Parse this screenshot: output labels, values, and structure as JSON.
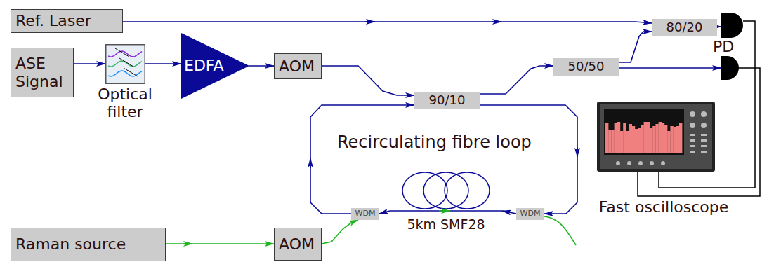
{
  "diagram": {
    "nodes": [
      {
        "text": [
          "Ref. Laser"
        ]
      },
      {
        "text": [
          "ASE Signal"
        ]
      },
      {
        "text": [
          "Optical filter"
        ]
      },
      {
        "text": [
          "EDFA"
        ]
      },
      {
        "text": [
          "AOM"
        ]
      },
      {
        "text": [
          "80/20"
        ]
      },
      {
        "text": [
          "PD"
        ]
      },
      {
        "text": [
          "50/50"
        ]
      },
      {
        "text": [
          "90/10"
        ]
      },
      {
        "text": [
          "Fast oscilloscope"
        ]
      },
      {
        "text": [
          "WDM"
        ]
      },
      {
        "text": [
          "5km SMF28"
        ]
      },
      {
        "text": [
          "WDM"
        ]
      },
      {
        "text": [
          "Raman source"
        ]
      },
      {
        "text": [
          "AOM"
        ]
      }
    ],
    "edges": [
      {
        "from": 0,
        "to": 5,
        "arrow": "to"
      },
      {
        "from": 1,
        "to": 2,
        "arrow": "to"
      },
      {
        "from": 2,
        "to": 3,
        "arrow": "to"
      },
      {
        "from": 3,
        "to": 4,
        "arrow": "to"
      },
      {
        "from": 4,
        "to": 8,
        "arrow": "to"
      },
      {
        "from": 8,
        "to": 7,
        "arrow": "to"
      },
      {
        "from": 7,
        "to": 5,
        "arrow": "to"
      },
      {
        "from": 5,
        "to": 6,
        "arrow": "to"
      },
      {
        "from": 8,
        "to": 12,
        "arrow": "to"
      },
      {
        "from": 12,
        "to": 11,
        "arrow": "to"
      },
      {
        "from": 11,
        "to": 10,
        "arrow": "to"
      },
      {
        "from": 10,
        "to": 8,
        "arrow": "to"
      },
      {
        "from": 13,
        "to": 14,
        "arrow": "to"
      },
      {
        "from": 14,
        "to": 10,
        "arrow": "to"
      },
      {
        "from": 6,
        "to": 9,
        "arrow": "none"
      }
    ],
    "labels": [
      "Recirculating fibre loop"
    ]
  }
}
